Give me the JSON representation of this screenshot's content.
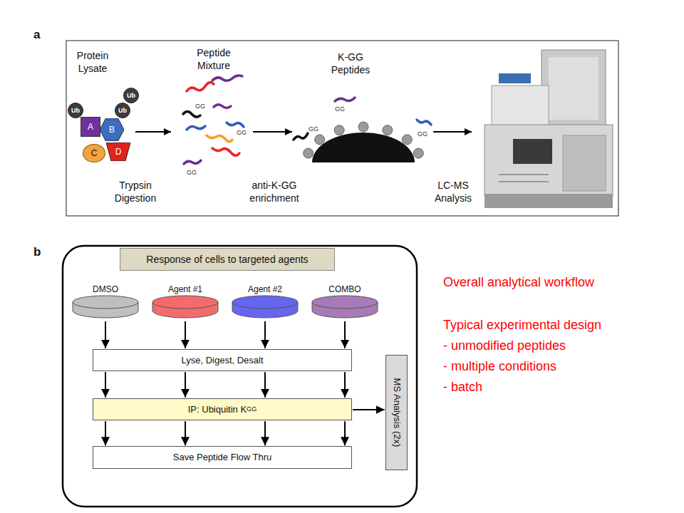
{
  "diagram": {
    "nodes": [
      {
        "text": [
          "Ub"
        ]
      },
      {
        "text": [
          "Ub"
        ]
      },
      {
        "text": [
          "Ub"
        ]
      },
      {
        "text": [
          "A"
        ]
      },
      {
        "text": [
          "B"
        ]
      },
      {
        "text": [
          "C"
        ]
      },
      {
        "text": [
          "D"
        ]
      },
      {
        "text": [
          "Response of cells to targeted agents"
        ]
      },
      {
        "text": [
          "DMSO"
        ]
      },
      {
        "text": [
          "Agent #1"
        ]
      },
      {
        "text": [
          "Agent #2"
        ]
      },
      {
        "text": [
          "COMBO"
        ]
      },
      {
        "text": [
          "Lyse, Digest, Desalt"
        ]
      },
      {
        "text": [
          "IP: Ubiquitin K",
          "GG"
        ]
      },
      {
        "text": [
          "Save Peptide Flow Thru"
        ]
      },
      {
        "text": [
          "MS Analysis (2x)"
        ]
      }
    ],
    "edges": [
      {
        "from": 8,
        "to": 12,
        "arrow": "to"
      },
      {
        "from": 9,
        "to": 12,
        "arrow": "to"
      },
      {
        "from": 10,
        "to": 12,
        "arrow": "to"
      },
      {
        "from": 11,
        "to": 12,
        "arrow": "to"
      },
      {
        "from": 12,
        "to": 13,
        "arrow": "to"
      },
      {
        "from": 12,
        "to": 13,
        "arrow": "to"
      },
      {
        "from": 12,
        "to": 13,
        "arrow": "to"
      },
      {
        "from": 12,
        "to": 13,
        "arrow": "to"
      },
      {
        "from": 13,
        "to": 14,
        "arrow": "to"
      },
      {
        "from": 13,
        "to": 14,
        "arrow": "to"
      },
      {
        "from": 13,
        "to": 14,
        "arrow": "to"
      },
      {
        "from": 13,
        "to": 14,
        "arrow": "to"
      },
      {
        "from": 13,
        "to": 15,
        "arrow": "to"
      }
    ],
    "labels": [
      "a",
      "Protein Lysate",
      "Peptide Mixture",
      "K-GG Peptides",
      "Trypsin Digestion",
      "anti-K-GG enrichment",
      "LC-MS Analysis",
      "GG",
      "GG",
      "GG",
      "GG",
      "GG",
      "GG",
      "b",
      "Overall analytical workflow",
      "Typical experimental design",
      "- unmodified peptides",
      "- multiple conditions",
      "- batch"
    ]
  }
}
